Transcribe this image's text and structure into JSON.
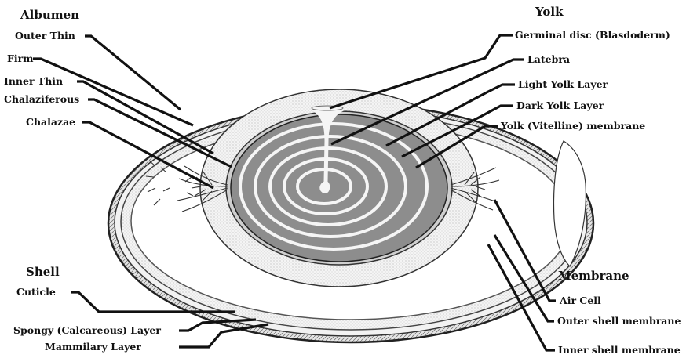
{
  "headings": {
    "albumen": "Albumen",
    "yolk": "Yolk",
    "shell": "Shell",
    "membrane": "Membrane"
  },
  "labels": {
    "outer_thin": "Outer Thin",
    "firm": "Firm",
    "inner_thin": "Inner Thin",
    "chalaziferous": "Chalaziferous",
    "chalazae": "Chalazae",
    "germinal_disc": "Germinal disc (Blasdoderm)",
    "latebra": "Latebra",
    "light_yolk_layer": "Light Yolk Layer",
    "dark_yolk_layer": "Dark Yolk Layer",
    "vitelline_membrane": "Yolk (Vitelline) membrane",
    "cuticle": "Cuticle",
    "spongy_layer": "Spongy (Calcareous) Layer",
    "mammilary_layer": "Mammilary Layer",
    "air_cell": "Air Cell",
    "outer_shell_membrane": "Outer shell membrane",
    "inner_shell_membrane": "Inner shell membrane"
  }
}
